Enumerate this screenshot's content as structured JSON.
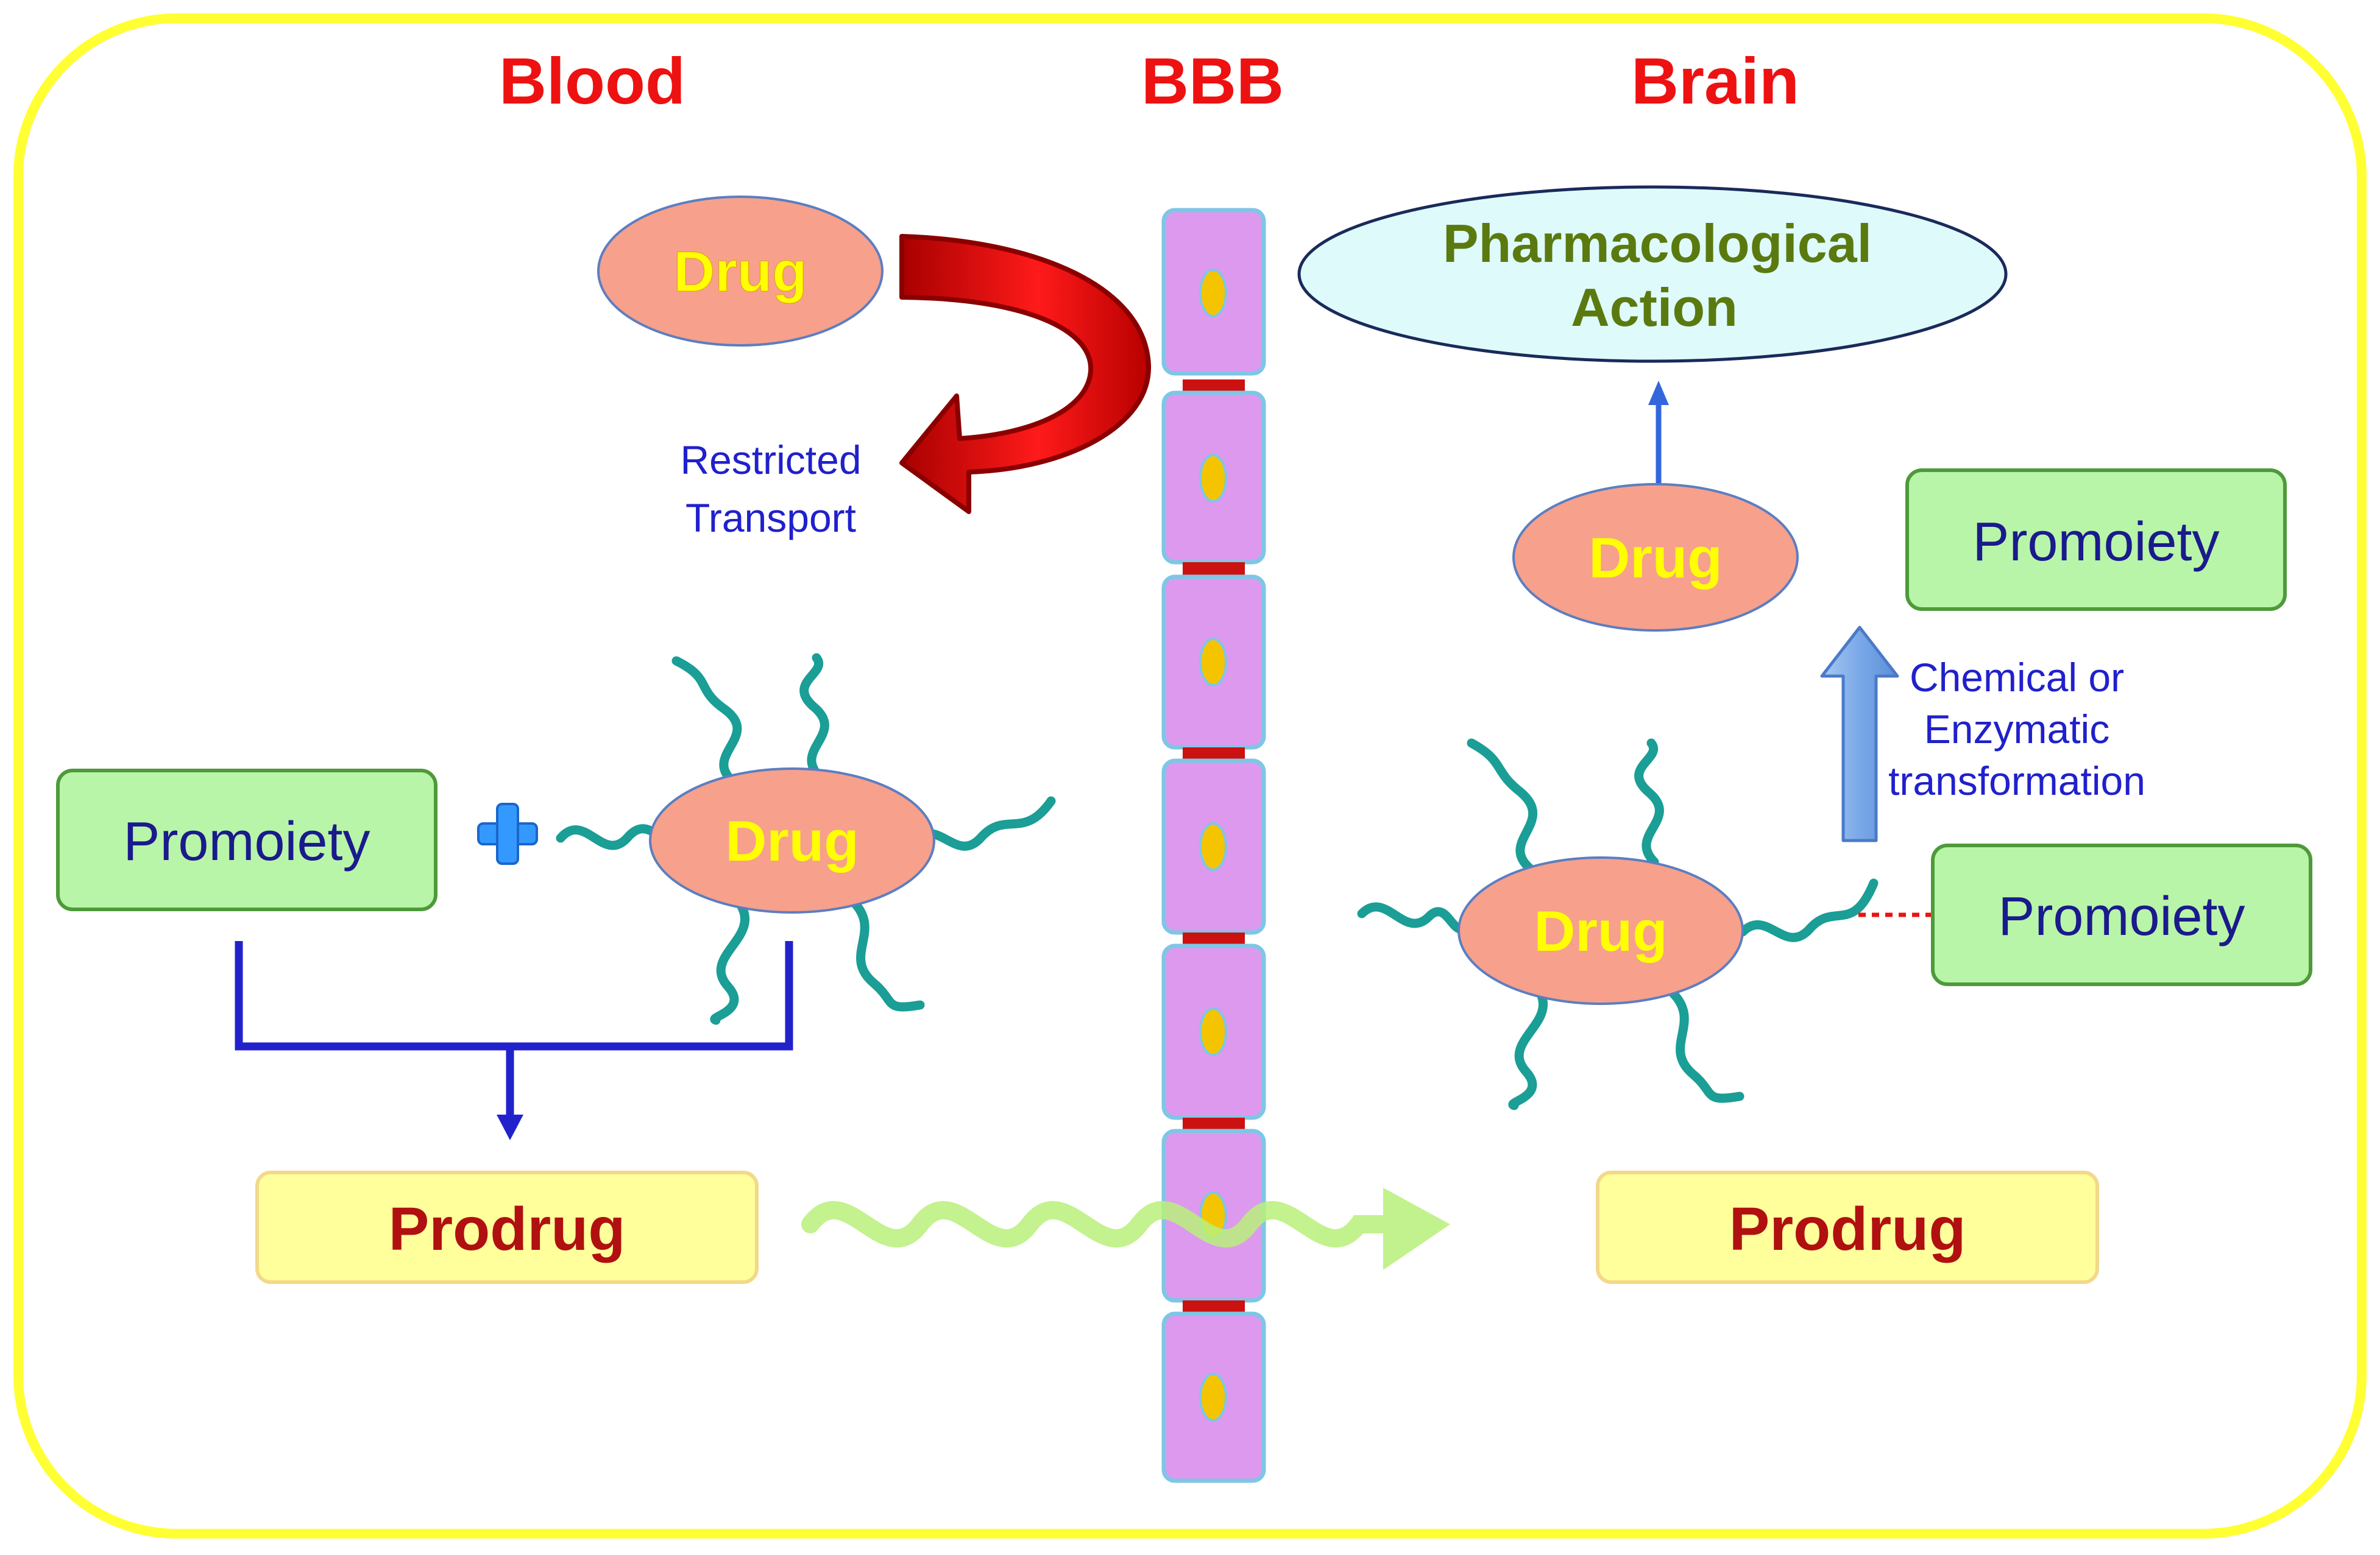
{
  "headers": {
    "blood": "Blood",
    "bbb": "BBB",
    "brain": "Brain"
  },
  "blood": {
    "drug_top": "Drug",
    "restricted_line1": "Restricted",
    "restricted_line2": "Transport",
    "promoiety": "Promoiety",
    "drug_tentacle": "Drug",
    "prodrug": "Prodrug"
  },
  "brain": {
    "pharma_line1": "Pharmacological",
    "pharma_line2": "Action",
    "drug_released": "Drug",
    "promoiety_released": "Promoiety",
    "transform_line1": "Chemical or",
    "transform_line2": "Enzymatic",
    "transform_line3": "transformation",
    "drug_tentacle": "Drug",
    "promoiety_attached": "Promoiety",
    "prodrug": "Prodrug"
  },
  "colors": {
    "frame": "#ffff33",
    "header_red": "#ee1111",
    "drug_fill": "#f7a08c",
    "drug_text": "#ffff00",
    "promoiety_fill": "#b8f5a8",
    "promoiety_border": "#4e9a3a",
    "promoiety_text": "#1a1a8c",
    "prodrug_fill": "#ffff9c",
    "prodrug_text": "#b01010",
    "cell_fill": "#dd99ee",
    "cell_border": "#7fc6e6",
    "junction": "#cc1111",
    "nucleus": "#f5c400",
    "tentacle": "#1a9e96",
    "blue_text": "#2020cc",
    "pharma_fill": "#dffafa",
    "pharma_text": "#5a7a10",
    "big_arrow_red": "#e60000",
    "wave_arrow": "#b8f07a"
  }
}
